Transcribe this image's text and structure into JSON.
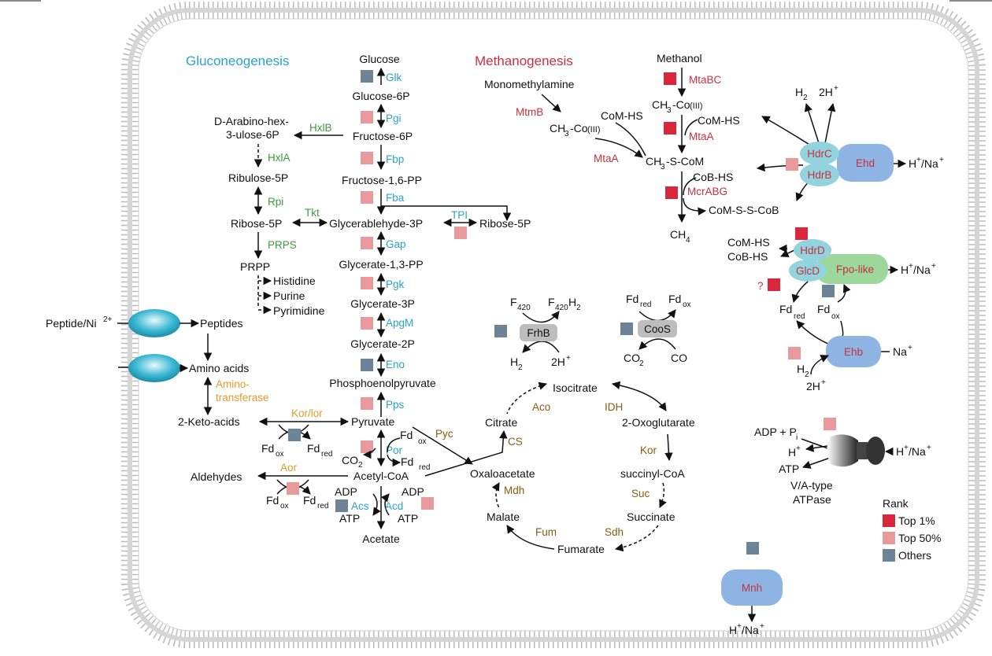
{
  "titles": {
    "gluconeogenesis": "Gluconeogenesis",
    "methanogenesis": "Methanogenesis"
  },
  "colors": {
    "top1": "#d9263a",
    "top50": "#e8999b",
    "others": "#6d8496",
    "membrane": "#aaaaaa",
    "transporter": "#3cb9d3",
    "complex_blue": "#8eb4e3",
    "complex_teal": "#92d3dd",
    "complex_green": "#9ed79c"
  },
  "gluco": {
    "glucose": "Glucose",
    "glk": "Glk",
    "g6p": "Glucose-6P",
    "pgi": "Pgi",
    "arabino1": "D-Arabino-hex-",
    "arabino2": "3-ulose-6P",
    "hxlb": "HxlB",
    "f6p": "Fructose-6P",
    "hxla": "HxlA",
    "fbp": "Fbp",
    "ribulose": "Ribulose-5P",
    "f16pp": "Fructose-1,6-PP",
    "rpi": "Rpi",
    "fba": "Fba",
    "ribose_left": "Ribose-5P",
    "tkt": "Tkt",
    "g3p": "Glycerablehyde-3P",
    "tpi": "TPI",
    "ribose_right": "Ribose-5P",
    "prps": "PRPS",
    "gap": "Gap",
    "prpp": "PRPP",
    "g13pp": "Glycerate-1,3-PP",
    "histidine": "Histidine",
    "pgk": "Pgk",
    "purine": "Purine",
    "pyrimidine": "Pyrimidine",
    "g3pate": "Glycerate-3P",
    "apgm": "ApgM",
    "g2p": "Glycerate-2P",
    "eno": "Eno",
    "pep": "Phosphoenolpyruvate",
    "pps": "Pps",
    "pyruvate": "Pyruvate",
    "por": "Por",
    "acetylcoa": "Acetyl-CoA",
    "acs": "Acs",
    "acd": "Acd",
    "acetate": "Acetate"
  },
  "left": {
    "peptide_ni": "Peptide/Ni",
    "peptides": "Peptides",
    "aminoacids": "Amino acids",
    "aminotransferase1": "Amino-",
    "aminotransferase2": "transferase",
    "ketoacids": "2-Keto-acids",
    "korlor": "Kor/lor",
    "aldehydes": "Aldehydes",
    "aor": "Aor"
  },
  "tca": {
    "isocitrate": "Isocitrate",
    "aco": "Aco",
    "idh": "IDH",
    "citrate": "Citrate",
    "oxoglutarate": "2-Oxoglutarate",
    "cs": "CS",
    "pyc": "Pyc",
    "kor": "Kor",
    "oxaloacetate": "Oxaloacetate",
    "succinylcoa": "succinyl-CoA",
    "mdh": "Mdh",
    "suc": "Suc",
    "malate": "Malate",
    "succinate": "Succinate",
    "fum": "Fum",
    "sdh": "Sdh",
    "fumarate": "Fumarate"
  },
  "methano": {
    "methanol": "Methanol",
    "mtabc": "MtaBC",
    "monomethylamine": "Monomethylamine",
    "mtmb": "MtmB",
    "comhs1": "CoM-HS",
    "comhs2": "CoM-HS",
    "mtaa1": "MtaA",
    "mtaa2": "MtaA",
    "ch3scom": "CH3-S-CoM",
    "cobhs": "CoB-HS",
    "mcrabg": "McrABG",
    "comsscob": "CoM-S-S-CoB",
    "ch4": "CH4"
  },
  "small": {
    "f420": "F420",
    "f420h2": "F420H2",
    "frhb": "FrhB",
    "h2": "H2",
    "twoh": "2H+",
    "fdred": "Fd",
    "fdox": "Fd",
    "coos": "CooS",
    "co2": "CO2",
    "co": "CO",
    "red": "red",
    "ox": "ox"
  },
  "right": {
    "h2": "H2",
    "twoh": "2H+",
    "hdrc": "HdrC",
    "hdrb": "HdrB",
    "ehd": "Ehd",
    "hna": "H+/Na+",
    "comhs": "CoM-HS",
    "cobhs": "CoB-HS",
    "hdrd": "HdrD",
    "glcd": "GlcD",
    "fpo": "Fpo-like",
    "q": "?",
    "ehb": "Ehb",
    "na": "Na+",
    "adp": "ADP + P",
    "hplus": "H+",
    "atp": "ATP",
    "atpase1": "V/A-type",
    "atpase2": "ATPase",
    "mnh": "Mnh"
  },
  "legend": {
    "title": "Rank",
    "items": [
      "Top 1%",
      "Top 50%",
      "Others"
    ]
  }
}
